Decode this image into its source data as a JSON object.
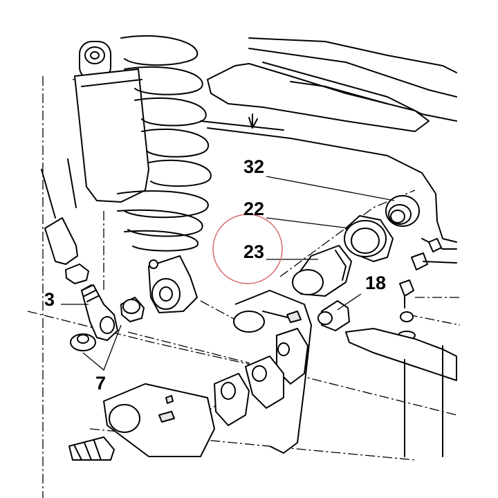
{
  "callouts": {
    "c32": "32",
    "c22": "22",
    "c23": "23",
    "c18": "18",
    "c3": "3",
    "c7": "7"
  },
  "highlight": {
    "color": "#d66a6a",
    "target": "23"
  }
}
